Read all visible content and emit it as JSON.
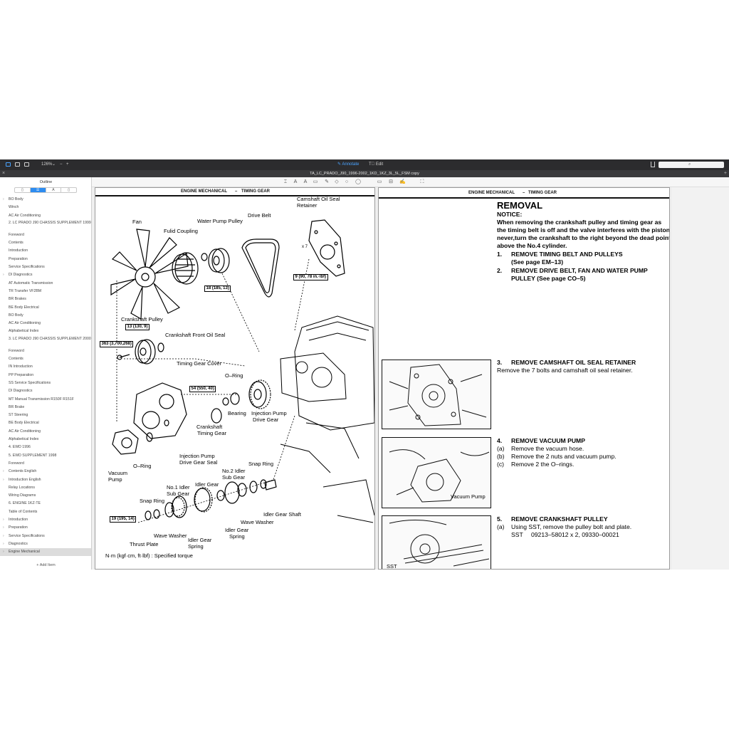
{
  "toolbar": {
    "zoom": "126%",
    "zoom_minus": "−",
    "zoom_plus": "+",
    "annotate_label": "Annotate",
    "edit_label": "Edit",
    "search_placeholder": ""
  },
  "window": {
    "title": "TA_LC_PRADO_J90_1996-2002_1KD_1KZ_3L_5L_FSM copy",
    "close_glyph": "×",
    "add_glyph": "+"
  },
  "sidebar": {
    "heading": "Outline",
    "add_item_label": "+ Add Item",
    "items": [
      {
        "label": "BO Body",
        "chevron": true
      },
      {
        "label": "Winch"
      },
      {
        "label": "AC Air Conditioning"
      },
      {
        "label": "2. LC PRADO J90 CHASSIS SUPPLEMENT 1999",
        "two_line": true
      },
      {
        "label": "Foreword"
      },
      {
        "label": "Contents"
      },
      {
        "label": "Introduction"
      },
      {
        "label": "Preparation"
      },
      {
        "label": "Service Specifications"
      },
      {
        "label": "DI Diagnostics",
        "chevron": true
      },
      {
        "label": "AT Automatic Transmission"
      },
      {
        "label": "TR Transfer VF2BM"
      },
      {
        "label": "BR Brakes"
      },
      {
        "label": "BE Body Electrical"
      },
      {
        "label": "BO Body"
      },
      {
        "label": "AC Air Conditioning"
      },
      {
        "label": "Alphabetical Index"
      },
      {
        "label": "3. LC PRADO J90 CHASSIS SUPPLEMENT 2000",
        "two_line": true
      },
      {
        "label": "Foreword"
      },
      {
        "label": "Contents"
      },
      {
        "label": "IN Introduction"
      },
      {
        "label": "PP Preparation"
      },
      {
        "label": "SS Service Specifications"
      },
      {
        "label": "DI Diagnostics"
      },
      {
        "label": "MT Manual Transmission R150F R151F"
      },
      {
        "label": "BR Brake"
      },
      {
        "label": "ST Steering"
      },
      {
        "label": "BE Body Electrical"
      },
      {
        "label": "AC Air Conditioning"
      },
      {
        "label": "Alphabetical Index"
      },
      {
        "label": "4. EWD 1996"
      },
      {
        "label": "5. EWD SUPPLEMENT 1998"
      },
      {
        "label": "Foreword"
      },
      {
        "label": "Contents English",
        "chevron": true
      },
      {
        "label": "Introduction English",
        "chevron": true
      },
      {
        "label": "Relay Locations"
      },
      {
        "label": "Wiring Diagrams"
      },
      {
        "label": "6. ENGINE 1KZ-TE"
      },
      {
        "label": "Table of Contents"
      },
      {
        "label": "Introduction",
        "chevron": true
      },
      {
        "label": "Preparation",
        "chevron": true
      },
      {
        "label": "Service Specifications",
        "chevron": true
      },
      {
        "label": "Diagnostics",
        "chevron": true
      },
      {
        "label": "Engine Mechanical",
        "chevron": true,
        "selected": true
      }
    ]
  },
  "left_page": {
    "header_section": "ENGINE MECHANICAL",
    "header_dash": "–",
    "header_topic": "TIMING GEAR",
    "labels": {
      "fan": "Fan",
      "fluid_coupling": "Fulid Coupling",
      "water_pump_pulley": "Water Pump Pulley",
      "drive_belt": "Drive Belt",
      "camshaft_oil_seal_retainer_1": "Camshaft Oil Seal",
      "camshaft_oil_seal_retainer_2": "Retainer",
      "x7": "x 7",
      "crankshaft_pulley": "Crankshaft Pulley",
      "crankshaft_front_oil_seal": "Crankshaft Front Oil Seal",
      "timing_gear_cover": "Timing Gear Cover",
      "o_ring_top": "O–Ring",
      "bearing": "Bearing",
      "injection_pump_drive_gear_1": "Injection Pump",
      "injection_pump_drive_gear_2": "Drive Gear",
      "crankshaft_timing_gear_1": "Crankshaft",
      "crankshaft_timing_gear_2": "Timing Gear",
      "injection_pump_drive_gear_seal_1": "Injection Pump",
      "injection_pump_drive_gear_seal_2": "Drive Gear Seal",
      "o_ring_bottom": "O–Ring",
      "vacuum_pump_1": "Vacuum",
      "vacuum_pump_2": "Pump",
      "snap_ring_right": "Snap Ring",
      "no2_idler_1": "No.2 Idler",
      "no2_idler_2": "Sub Gear",
      "no1_idler_1": "No.1 Idler",
      "no1_idler_2": "Sub Gear",
      "idler_gear": "Idler Gear",
      "snap_ring_left": "Snap Ring",
      "idler_gear_shaft": "Idler Gear Shaft",
      "wave_washer_right": "Wave Washer",
      "wave_washer_left": "Wave Washer",
      "thrust_plate": "Thrust Plate",
      "idler_gear_spring_1": "Idler Gear",
      "idler_gear_spring_2": "Spring",
      "idler_gear_spring_b1": "Idler Gear",
      "idler_gear_spring_b2": "Spring",
      "legend": "N·m (kgf·cm, ft·lbf) : Specified torque"
    },
    "torques": {
      "t1": "18 (185, 13)",
      "t2": "9 (90, 78 in.·lbf)",
      "t3": "13 (130, 9)",
      "t4": "363 (3,700,268)",
      "t5": "54 (550, 40)",
      "t6": "19 (195, 14)"
    }
  },
  "right_page": {
    "header_section": "ENGINE MECHANICAL",
    "header_dash": "–",
    "header_topic": "TIMING GEAR",
    "removal_title": "REMOVAL",
    "notice_label": "NOTICE:",
    "notice_lines": [
      "When removing the crankshaft pulley and timing gear as",
      "the timing belt is off and the valve interferes with the piston,",
      "never,turn the crankshaft to the right beyond the dead point",
      "above the No.4 cylinder."
    ],
    "step1_num": "1.",
    "step1_title": "REMOVE TIMING BELT AND PULLEYS",
    "step1_ref": "(See page EM–13)",
    "step2_num": "2.",
    "step2_title_1": "REMOVE DRIVE BELT, FAN AND WATER PUMP",
    "step2_title_2": "PULLEY (See page CO–5)",
    "step3_num": "3.",
    "step3_title": "REMOVE CAMSHAFT OIL SEAL RETAINER",
    "step3_text": "Remove the 7 bolts and camshaft oil seal retainer.",
    "step4_num": "4.",
    "step4_title": "REMOVE VACUUM PUMP",
    "step4_a": "(a)",
    "step4_a_text": "Remove the vacuum hose.",
    "step4_b": "(b)",
    "step4_b_text": "Remove the 2 nuts and vacuum pump.",
    "step4_c": "(c)",
    "step4_c_text": "Remove 2 the O–rings.",
    "step5_num": "5.",
    "step5_title": "REMOVE CRANKSHAFT PULLEY",
    "step5_a": "(a)",
    "step5_a_text": "Using SST, remove the pulley bolt and plate.",
    "step5_sst_label": "SST",
    "step5_sst_value": "09213–58012 x 2, 09330–00021",
    "photo2_label": "Vacuum Pump",
    "photo3_label": "SST"
  }
}
